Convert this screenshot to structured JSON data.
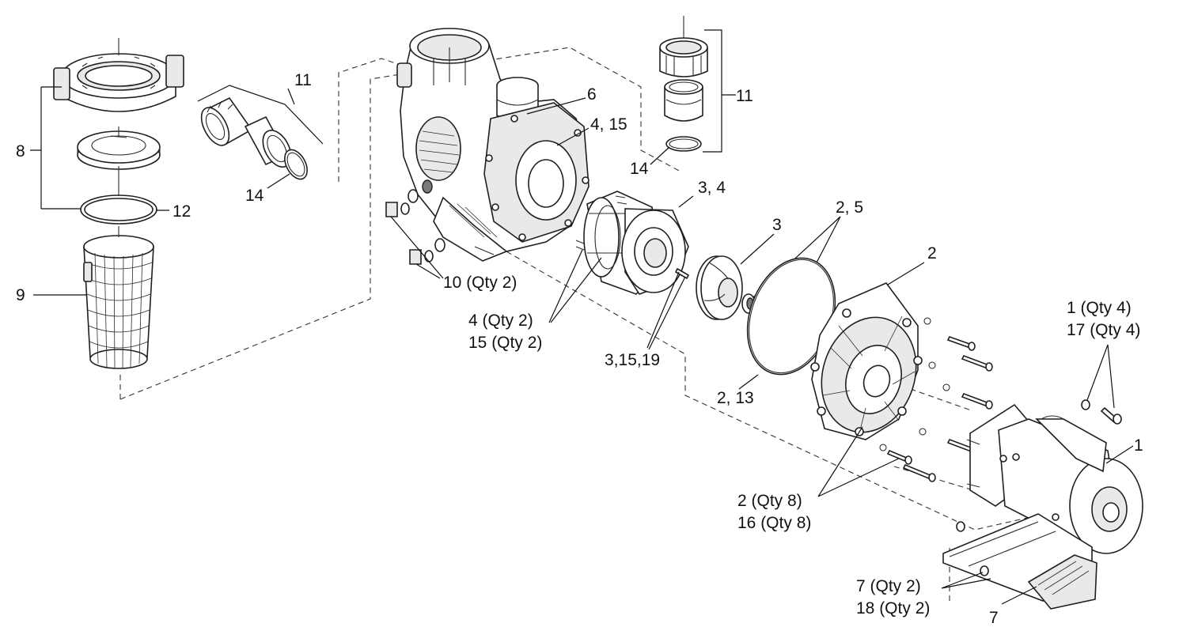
{
  "callouts": {
    "c1": "1",
    "c1qty": "1 (Qty 4)",
    "c17qty": "17 (Qty 4)",
    "c2": "2",
    "c2qty": "2 (Qty 8)",
    "c16qty": "16 (Qty 8)",
    "c2_5": "2, 5",
    "c2_13": "2, 13",
    "c3": "3",
    "c3_4": "3, 4",
    "c3_15_19": "3,15,19",
    "c4qty": "4 (Qty 2)",
    "c15qty": "15 (Qty 2)",
    "c4_15": "4, 15",
    "c6": "6",
    "c7": "7",
    "c7qty": "7 (Qty 2)",
    "c18qty": "18 (Qty 2)",
    "c8": "8",
    "c9": "9",
    "c10qty": "10 (Qty 2)",
    "c11_left": "11",
    "c11_right": "11",
    "c12": "12",
    "c14_left": "14",
    "c14_right": "14"
  },
  "colors": {
    "line": "#1f1f1f",
    "background": "#ffffff"
  }
}
